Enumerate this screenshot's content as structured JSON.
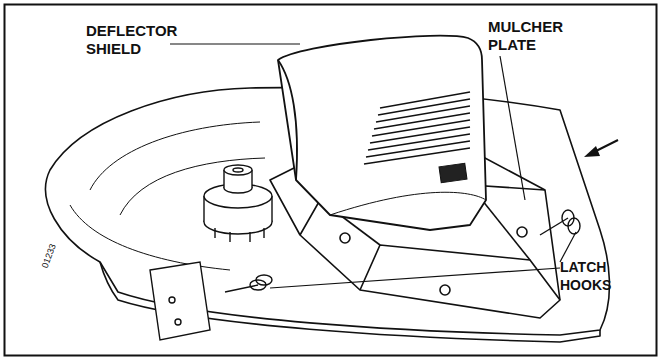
{
  "diagram": {
    "labels": [
      "DEFLECTOR SHIELD",
      "MULCHER PLATE",
      "LATCH HOOKS",
      "01233"
    ]
  }
}
